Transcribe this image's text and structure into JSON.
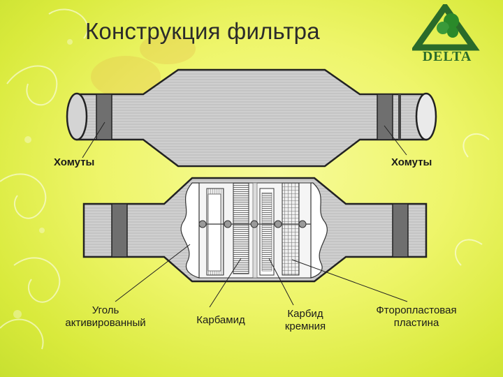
{
  "title": "Конструкция фильтра",
  "logo": {
    "text": "DELTA",
    "icon": "delta-triangle-logo"
  },
  "labels": {
    "clamps_left": "Хомуты",
    "clamps_right": "Хомуты",
    "carbon_line1": "Уголь",
    "carbon_line2": "активированный",
    "carbamide": "Карбамид",
    "sic_line1": "Карбид",
    "sic_line2": "кремния",
    "ptfe_line1": "Фторопластовая",
    "ptfe_line2": "пластина"
  },
  "colors": {
    "body_gray": "#c9c9c9",
    "clamp_dark": "#6f6f6f",
    "background": "#eef56a",
    "logo_green": "#2a6b2a"
  }
}
